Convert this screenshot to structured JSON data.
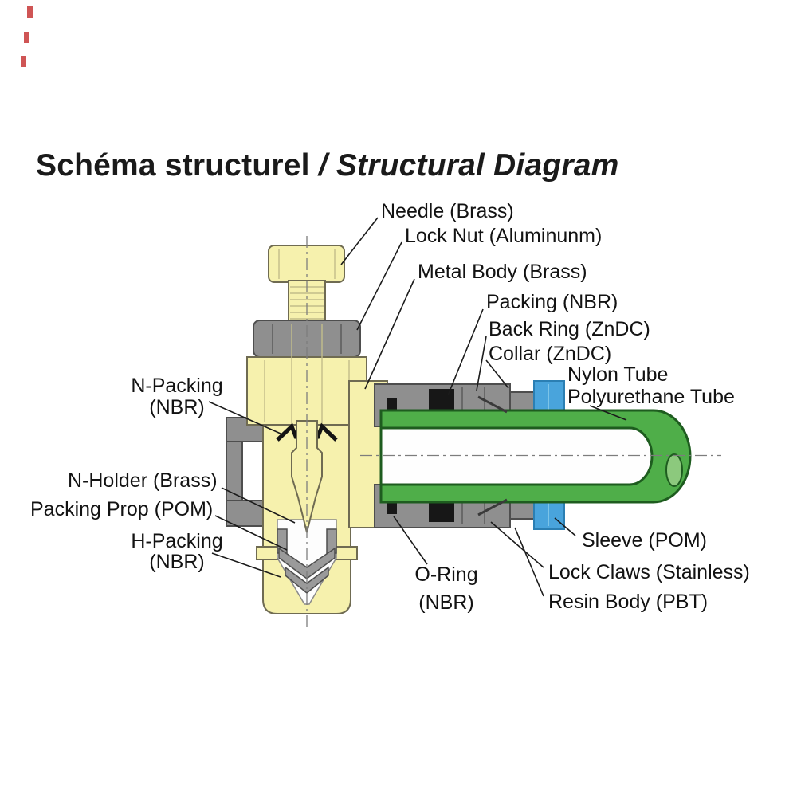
{
  "title": {
    "french": "Schéma structurel",
    "separator": " / ",
    "english": "Structural Diagram"
  },
  "labels": {
    "needle": "Needle (Brass)",
    "lock_nut": "Lock Nut (Aluminunm)",
    "metal_body": "Metal Body (Brass)",
    "packing": "Packing (NBR)",
    "back_ring": "Back Ring (ZnDC)",
    "collar": "Collar (ZnDC)",
    "nylon_tube": "Nylon Tube",
    "polyurethane_tube": "Polyurethane Tube",
    "n_packing_line1": "N-Packing",
    "n_packing_line2": "(NBR)",
    "n_holder": "N-Holder (Brass)",
    "packing_prop": "Packing Prop (POM)",
    "h_packing_line1": "H-Packing",
    "h_packing_line2": "(NBR)",
    "o_ring_line1": "O-Ring",
    "o_ring_line2": "(NBR)",
    "sleeve": "Sleeve (POM)",
    "lock_claws": "Lock Claws (Stainless)",
    "resin_body": "Resin Body (PBT)"
  },
  "colors": {
    "brass_yellow": "#f6f1ad",
    "metal_gray": "#8f8f8f",
    "packing_black": "#171717",
    "tube_green": "#4fae49",
    "tube_green_dark": "#1e5c1f",
    "sleeve_blue": "#49a4dc",
    "background": "#ffffff",
    "artifact_red": "#c32a2a"
  }
}
